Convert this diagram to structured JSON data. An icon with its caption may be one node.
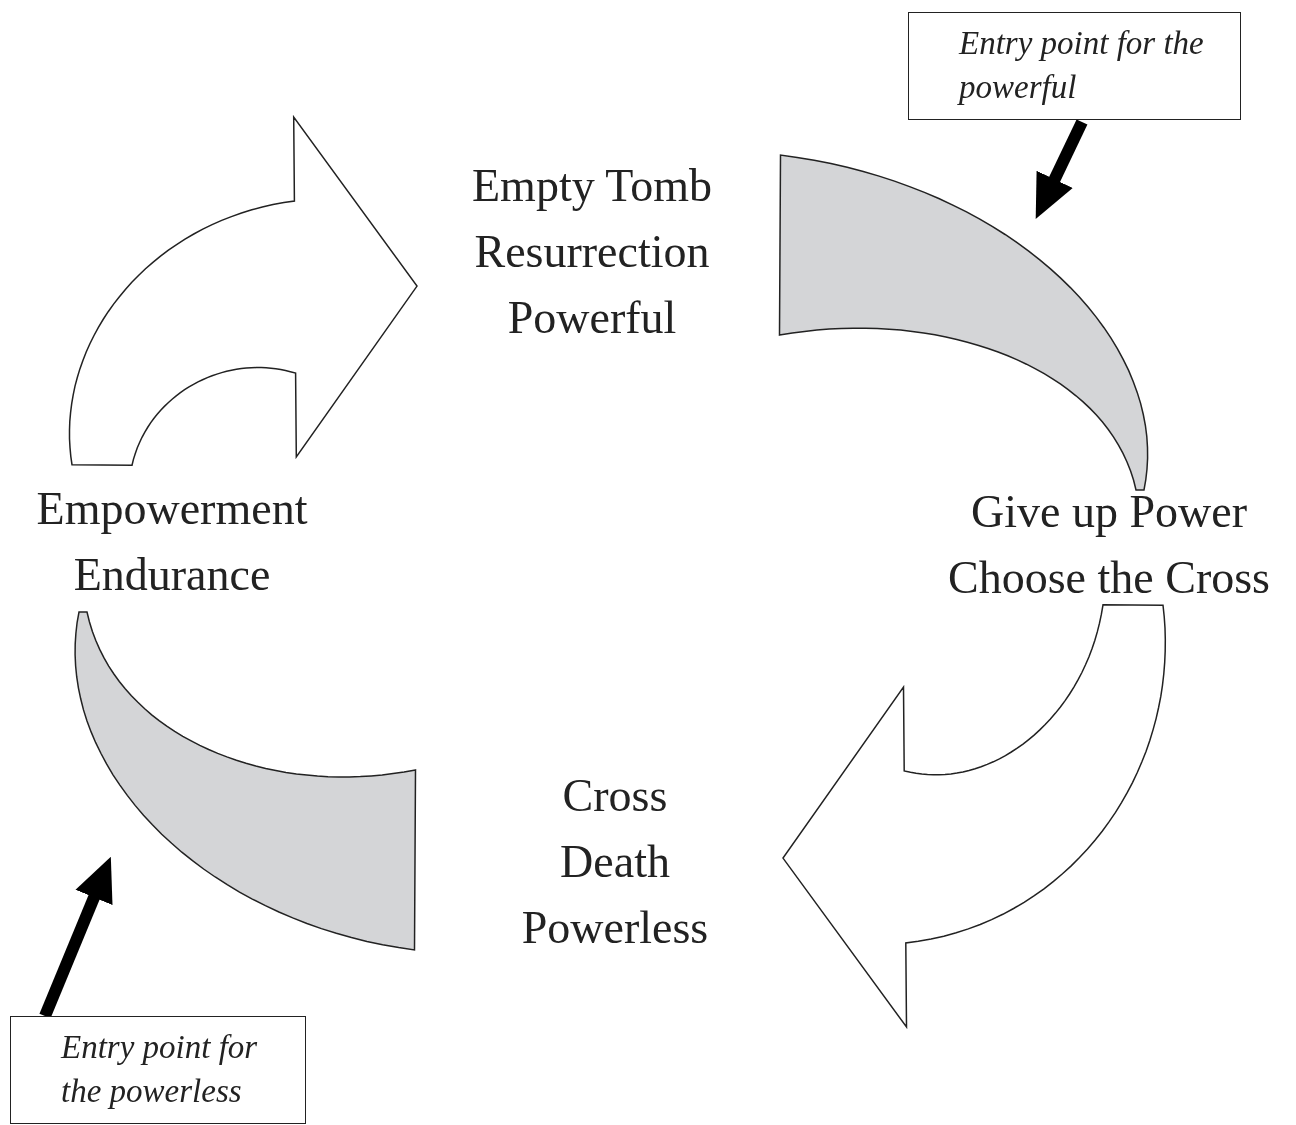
{
  "diagram": {
    "nodes": [
      {
        "text": [
          "Empty Tomb",
          "Resurrection",
          "Powerful"
        ]
      },
      {
        "text": [
          "Give up Power",
          "Choose the Cross"
        ]
      },
      {
        "text": [
          "Cross",
          "Death",
          "Powerless"
        ]
      },
      {
        "text": [
          "Empowerment",
          "Endurance"
        ]
      },
      {
        "text": [
          "Entry point for the powerful"
        ]
      },
      {
        "text": [
          "Entry point for the powerless"
        ]
      }
    ],
    "edges": [
      {
        "from": 3,
        "to": 0,
        "arrow": "to"
      },
      {
        "from": 0,
        "to": 1,
        "arrow": "none",
        "color": "#d4d5d7"
      },
      {
        "from": 1,
        "to": 2,
        "arrow": "to"
      },
      {
        "from": 2,
        "to": 3,
        "arrow": "none",
        "color": "#d4d5d7"
      },
      {
        "from": 4,
        "to": null,
        "arrow": "to"
      },
      {
        "from": 5,
        "to": null,
        "arrow": "to"
      }
    ]
  }
}
